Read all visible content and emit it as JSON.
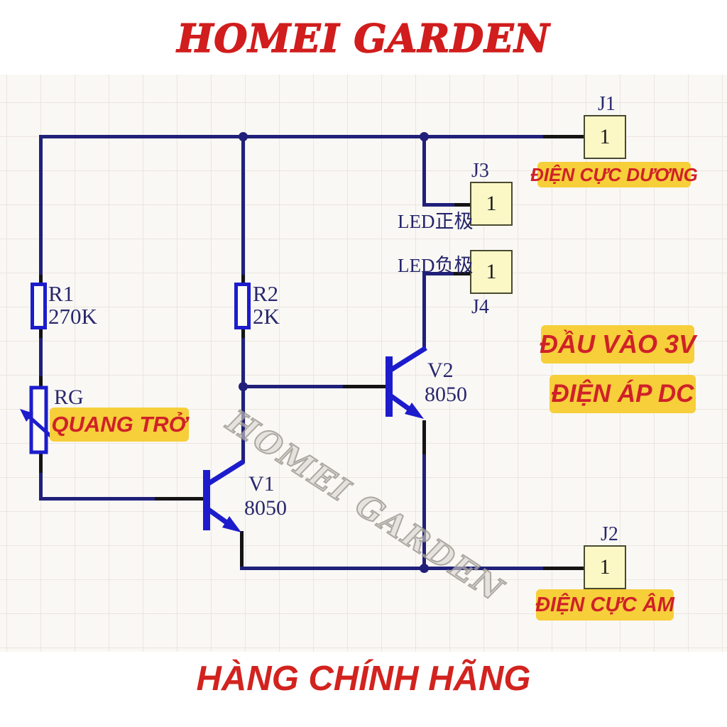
{
  "brand": {
    "title": "HOMEI GARDEN",
    "watermark": "HOMEI GARDEN",
    "tagline": "HÀNG CHÍNH HÃNG"
  },
  "schematic": {
    "resistors": {
      "r1": {
        "ref": "R1",
        "value": "270K"
      },
      "r2": {
        "ref": "R2",
        "value": "2K"
      }
    },
    "photoresistor": {
      "ref": "RG",
      "label": "QUANG TRỞ"
    },
    "transistors": {
      "v1": {
        "ref": "V1",
        "value": "8050"
      },
      "v2": {
        "ref": "V2",
        "value": "8050"
      }
    },
    "connectors": {
      "j1": {
        "ref": "J1",
        "pin": "1",
        "label": "ĐIỆN CỰC DƯƠNG"
      },
      "j2": {
        "ref": "J2",
        "pin": "1",
        "label": "ĐIỆN CỰC ÂM"
      },
      "j3": {
        "ref": "J3",
        "pin": "1",
        "net": "LED正极"
      },
      "j4": {
        "ref": "J4",
        "pin": "1",
        "net": "LED负极"
      }
    },
    "notes": {
      "input": "ĐẦU VÀO 3V",
      "voltage": "ĐIỆN ÁP DC"
    }
  },
  "colors": {
    "wire": "#20207a",
    "symbol": "#1c1ccc",
    "pin": "#141414",
    "connector_fill": "#fbf8c6",
    "badge_bg": "#f6cf3a",
    "badge_text": "#cf2128",
    "brand_red": "#d11d1d"
  }
}
